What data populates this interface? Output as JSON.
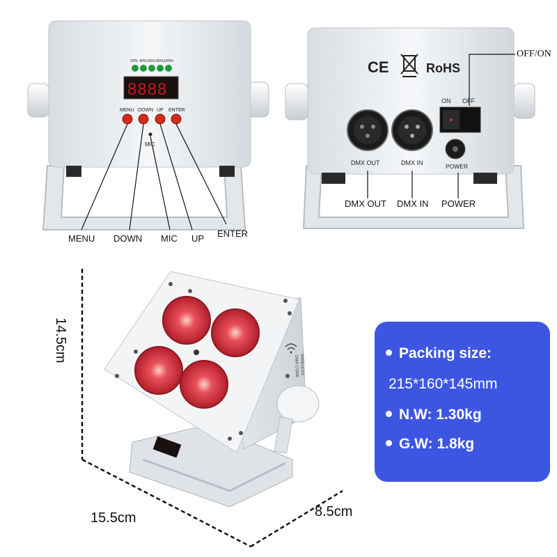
{
  "front_view": {
    "level_labels": [
      "20%",
      "40%",
      "60%",
      "80%",
      "100%"
    ],
    "display_text": "8888",
    "button_labels": [
      "MENU",
      "DOWN",
      "UP",
      "ENTER"
    ],
    "mic_label": "MIC",
    "callouts": [
      "MENU",
      "DOWN",
      "MIC",
      "UP",
      "ENTER"
    ]
  },
  "rear_view": {
    "cert_ce": "CE",
    "cert_rohs": "RoHS",
    "switch_on": "ON",
    "switch_off": "OFF",
    "port_dmx_out": "DMX OUT",
    "port_dmx_in": "DMX IN",
    "port_power": "POWER",
    "callout_off_on": "OFF/ON",
    "callouts": [
      "DMX OUT",
      "DMX IN",
      "POWER"
    ]
  },
  "product_view": {
    "wireless_label_1": "WIRELESS",
    "wireless_label_2": "DMX CODE",
    "height_label": "14.5cm",
    "width_label": "15.5cm",
    "depth_label": "8.5cm"
  },
  "specs": [
    {
      "text": "Packing size:"
    },
    {
      "text": "215*160*145mm"
    },
    {
      "text": "N.W: 1.30kg"
    },
    {
      "text": "G.W: 1.8kg"
    }
  ],
  "colors": {
    "panel": "#3d56e2",
    "button_red": "#d22b1c",
    "led_red": "#d8343c",
    "status_green": "#1f9a3a"
  }
}
